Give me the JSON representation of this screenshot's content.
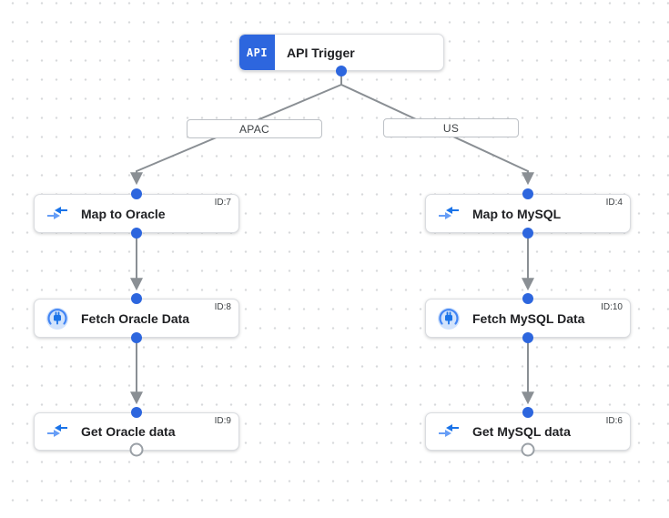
{
  "canvas": {
    "background": "#ffffff",
    "grid_dot_color": "#d7d9db"
  },
  "colors": {
    "accent_blue": "#2d66de",
    "icon_blue": "#1a73e8",
    "icon_light_blue": "#669df6",
    "connector_circle_fill": "#d2e3fc",
    "edge_gray": "#8a8f94",
    "node_border": "#dadce0"
  },
  "trigger": {
    "title": "API Trigger",
    "icon_text": "API"
  },
  "branches": [
    {
      "label": "APAC"
    },
    {
      "label": "US"
    }
  ],
  "nodes": [
    {
      "title": "Map to Oracle",
      "id": "ID:7",
      "icon": "data-mapping-icon"
    },
    {
      "title": "Fetch Oracle Data",
      "id": "ID:8",
      "icon": "connector-icon"
    },
    {
      "title": "Get Oracle data",
      "id": "ID:9",
      "icon": "data-mapping-icon"
    },
    {
      "title": "Map to MySQL",
      "id": "ID:4",
      "icon": "data-mapping-icon"
    },
    {
      "title": "Fetch MySQL Data",
      "id": "ID:10",
      "icon": "connector-icon"
    },
    {
      "title": "Get MySQL data",
      "id": "ID:6",
      "icon": "data-mapping-icon"
    }
  ]
}
